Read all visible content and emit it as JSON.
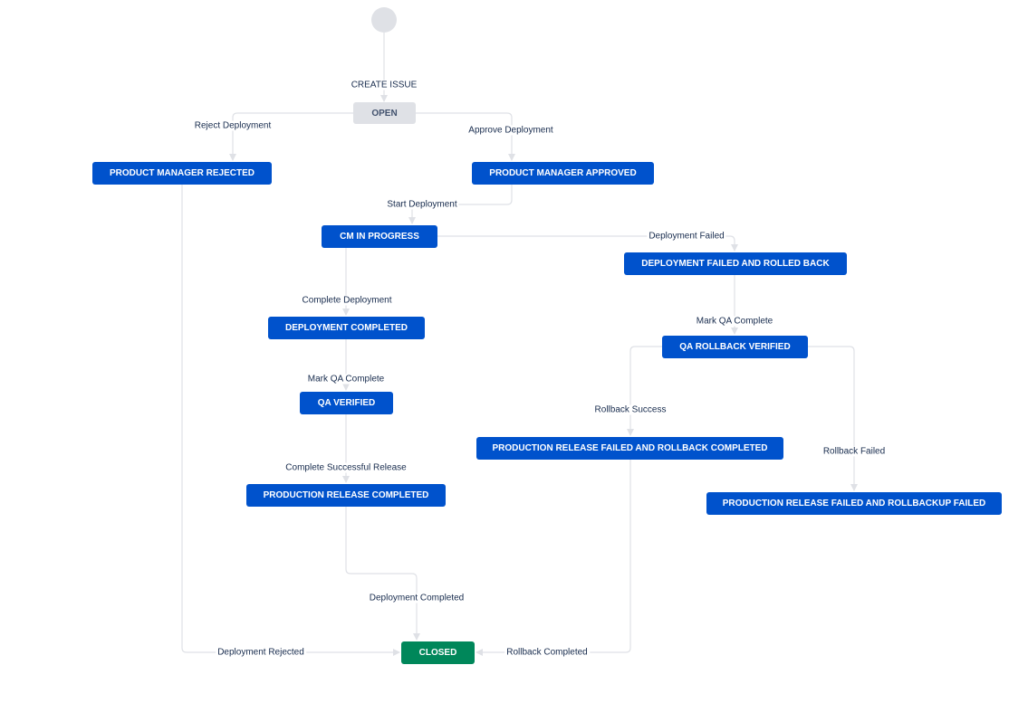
{
  "colors": {
    "status_blue": "#0052cc",
    "status_green": "#00875a",
    "status_grey": "#dfe1e6",
    "connector": "#dfe1e6",
    "text": "#172b4d"
  },
  "workflow": {
    "states": {
      "open": "OPEN",
      "pm_rejected": "PRODUCT MANAGER REJECTED",
      "pm_approved": "PRODUCT MANAGER APPROVED",
      "cm_in_progress": "CM IN PROGRESS",
      "deployment_failed_rolled_back": "DEPLOYMENT FAILED AND ROLLED BACK",
      "deployment_completed": "DEPLOYMENT COMPLETED",
      "qa_rollback_verified": "QA ROLLBACK VERIFIED",
      "qa_verified": "QA VERIFIED",
      "prod_failed_rollback_completed": "PRODUCTION RELEASE FAILED AND ROLLBACK COMPLETED",
      "prod_release_completed": "PRODUCTION RELEASE COMPLETED",
      "prod_failed_rollbackup_failed": "PRODUCTION RELEASE FAILED AND ROLLBACKUP FAILED",
      "closed": "CLOSED"
    },
    "transitions": {
      "create_issue": "CREATE ISSUE",
      "reject_deployment": "Reject Deployment",
      "approve_deployment": "Approve Deployment",
      "start_deployment": "Start Deployment",
      "deployment_failed": "Deployment Failed",
      "complete_deployment": "Complete Deployment",
      "mark_qa_complete_rollback": "Mark QA Complete",
      "mark_qa_complete": "Mark QA Complete",
      "rollback_success": "Rollback Success",
      "rollback_failed": "Rollback Failed",
      "complete_successful_release": "Complete Successful Release",
      "deployment_completed": "Deployment Completed",
      "deployment_rejected": "Deployment Rejected",
      "rollback_completed": "Rollback Completed"
    }
  }
}
